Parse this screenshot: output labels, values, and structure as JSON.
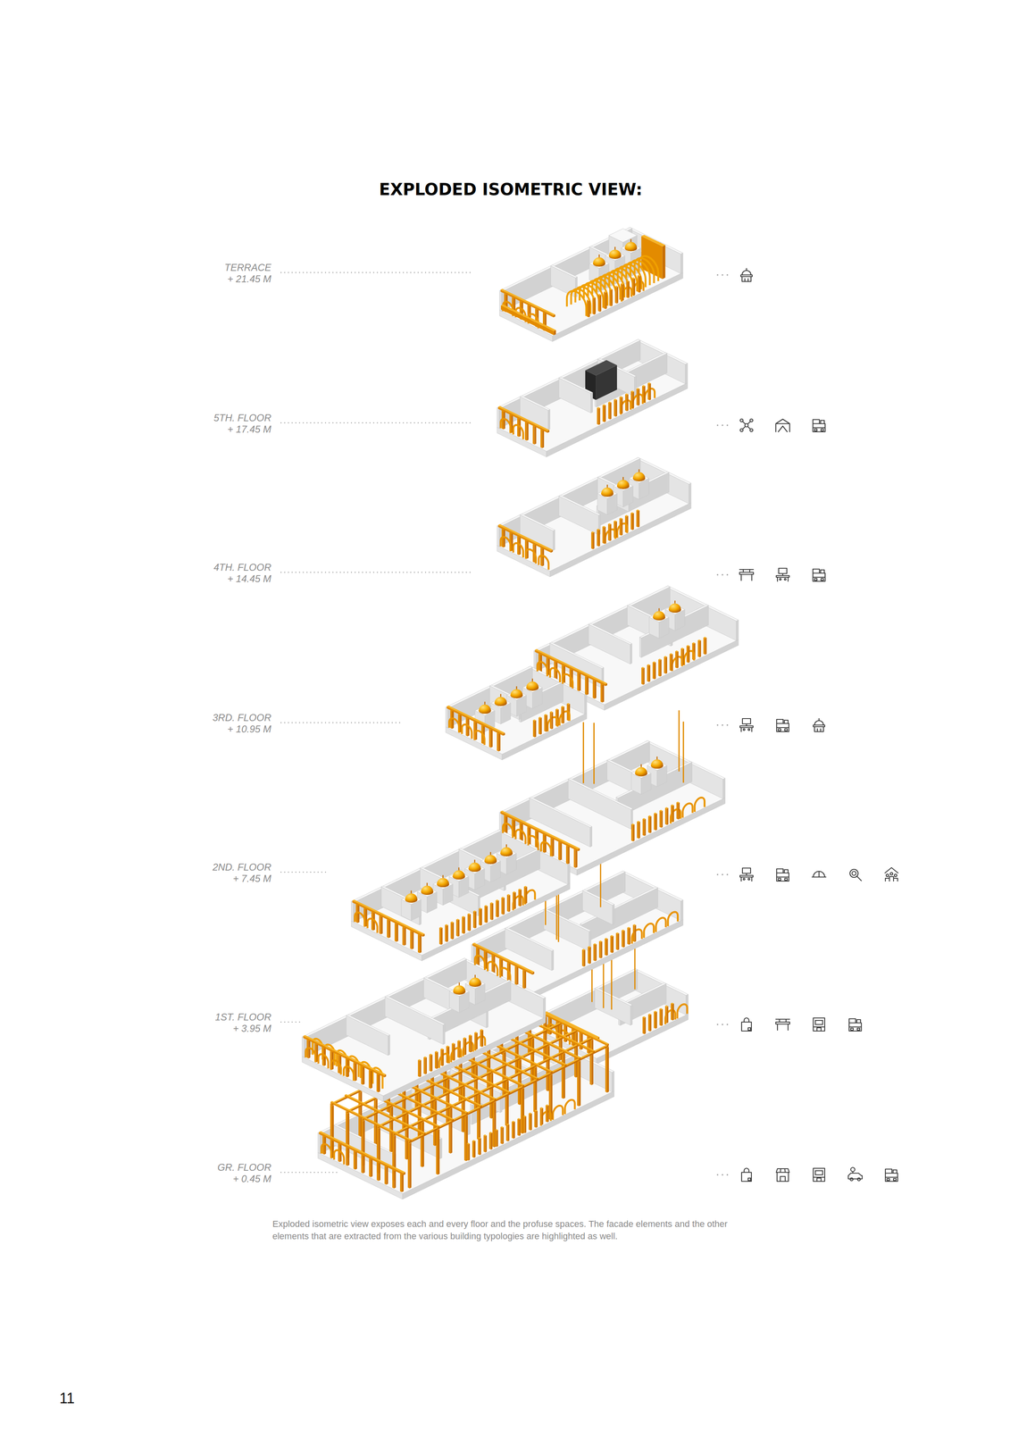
{
  "diagram": {
    "title": "EXPLODED ISOMETRIC VIEW:",
    "caption": "Exploded isometric view exposes each and every floor and the profuse spaces. The facade elements and the other elements that are extracted from the various building typologies are highlighted as well.",
    "labels": [
      "TERRACE",
      "+ 21.45 M",
      "5TH. FLOOR",
      "+ 17.45 M",
      "4TH. FLOOR",
      "+ 14.45 M",
      "3RD. FLOOR",
      "+ 10.95 M",
      "2ND. FLOOR",
      "+ 7.45 M",
      "1ST. FLOOR",
      "+ 3.95 M",
      "GR. FLOOR",
      "+ 0.45 M",
      "11"
    ]
  }
}
